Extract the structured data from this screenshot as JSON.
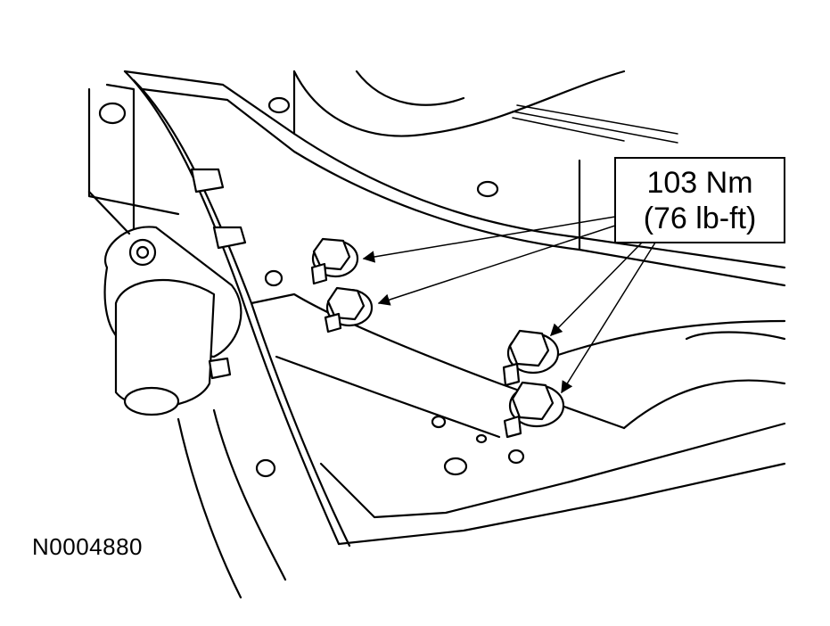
{
  "callout": {
    "torque_nm": "103 Nm",
    "torque_lbft": "(76 lb-ft)"
  },
  "figure_id": "N0004880",
  "colors": {
    "line": "#000000",
    "background": "#ffffff"
  }
}
